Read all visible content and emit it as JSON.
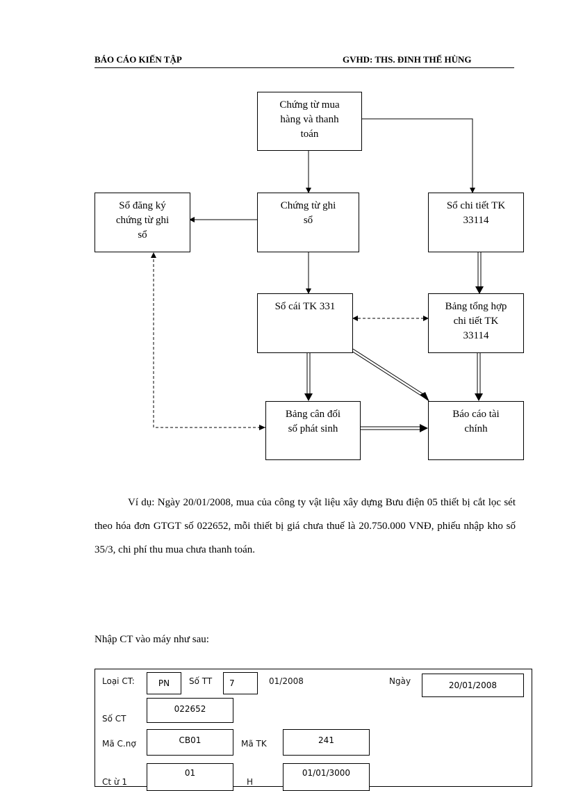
{
  "header": {
    "left": "BÁO CÁO KIẾN TẬP",
    "right": "GVHD: THS. ĐINH THẾ HÙNG"
  },
  "flowchart": {
    "purchase_docs": [
      "Chứng từ mua",
      "hàng và thanh",
      "toán"
    ],
    "registry_book": [
      "Sổ đăng ký",
      "chứng từ ghi",
      "sổ"
    ],
    "record_voucher": [
      "Chứng từ ghi",
      "sổ"
    ],
    "detail_book": [
      "Sổ chi tiết TK",
      "33114"
    ],
    "ledger": [
      "Sổ cái TK 331"
    ],
    "detail_summary": [
      "Bảng tổng hợp",
      "chi tiết TK",
      "33114"
    ],
    "trial_balance": [
      "Bảng cân đối",
      "số phát sinh"
    ],
    "financial_report": [
      "Báo cáo tài",
      "chính"
    ]
  },
  "example_text": "Ví dụ: Ngày 20/01/2008, mua của công ty vật liệu xây dựng Bưu điện 05 thiết bị cắt lọc sét theo hóa đơn GTGT số 022652, mỗi thiết bị giá chưa thuế là 20.750.000 VNĐ, phiếu nhập kho số 35/3, chi phí thu mua chưa thanh toán.",
  "entry_intro": "Nhập CT vào máy như sau:",
  "form": {
    "loai_ct_label": "Loại CT:",
    "loai_ct_value": "PN",
    "so_tt_label": "Số TT",
    "so_tt_value": "7",
    "period": "01/2008",
    "ngay_label": "Ngày",
    "ngay_value": "20/01/2008",
    "so_ct_label": "Số CT",
    "so_ct_value": "022652",
    "ma_cno_label": "Mã C.nợ",
    "ma_cno_value": "CB01",
    "ma_tk_label": "Mã TK",
    "ma_tk_value": "241",
    "row4_label": "Ct ừ 1",
    "row4_value": "01",
    "row4b_label": "H",
    "row4b_value": "01/01/3000"
  }
}
